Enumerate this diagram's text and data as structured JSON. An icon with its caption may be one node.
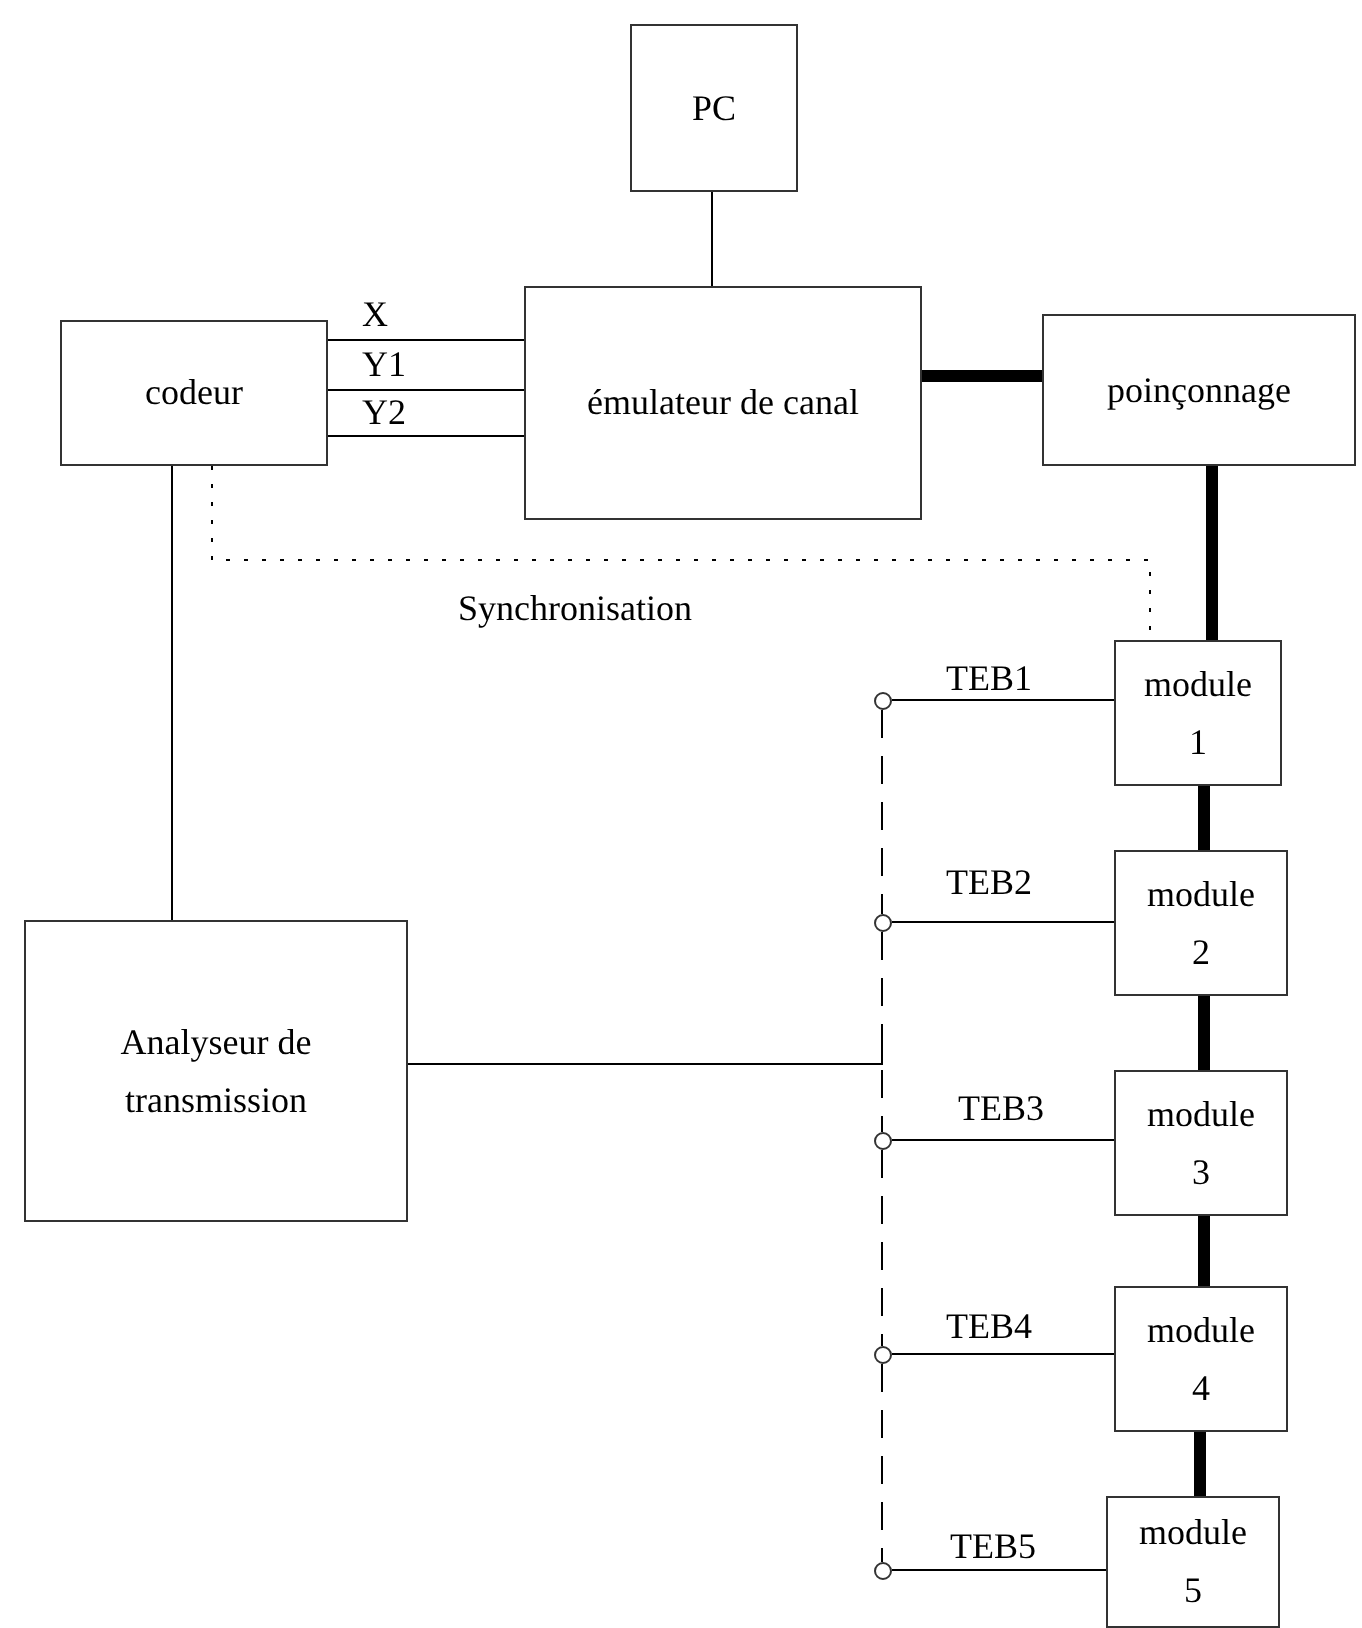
{
  "diagram": {
    "nodes": [
      {
        "text": [
          "PC"
        ]
      },
      {
        "text": [
          "codeur"
        ]
      },
      {
        "text": [
          "émulateur de canal"
        ]
      },
      {
        "text": [
          "poinçonnage"
        ]
      },
      {
        "text": [
          "module 1"
        ]
      },
      {
        "text": [
          "module 2"
        ]
      },
      {
        "text": [
          "module 3"
        ]
      },
      {
        "text": [
          "module 4"
        ]
      },
      {
        "text": [
          "module 5"
        ]
      },
      {
        "text": [
          "Analyseur de transmission"
        ]
      },
      {
        "text": [],
        "shape": "circle"
      },
      {
        "text": [],
        "shape": "circle"
      },
      {
        "text": [],
        "shape": "circle"
      },
      {
        "text": [],
        "shape": "circle"
      },
      {
        "text": [],
        "shape": "circle"
      }
    ],
    "edges": [
      {
        "from": 0,
        "to": 2,
        "arrow": "none"
      },
      {
        "from": 1,
        "to": 2,
        "arrow": "none",
        "label": "X"
      },
      {
        "from": 1,
        "to": 2,
        "arrow": "none",
        "label": "Y1"
      },
      {
        "from": 1,
        "to": 2,
        "arrow": "none",
        "label": "Y2"
      },
      {
        "from": 2,
        "to": 3,
        "arrow": "none",
        "style": "thick"
      },
      {
        "from": 3,
        "to": 4,
        "arrow": "none",
        "style": "thick"
      },
      {
        "from": 4,
        "to": 5,
        "arrow": "none",
        "style": "thick"
      },
      {
        "from": 5,
        "to": 6,
        "arrow": "none",
        "style": "thick"
      },
      {
        "from": 6,
        "to": 7,
        "arrow": "none",
        "style": "thick"
      },
      {
        "from": 7,
        "to": 8,
        "arrow": "none",
        "style": "thick"
      },
      {
        "from": 1,
        "to": 4,
        "arrow": "none",
        "style": "dashed",
        "label": "Synchronisation"
      },
      {
        "from": 1,
        "to": 9,
        "arrow": "none"
      },
      {
        "from": 10,
        "to": 4,
        "arrow": "none",
        "label": "TEB1"
      },
      {
        "from": 11,
        "to": 5,
        "arrow": "none",
        "label": "TEB2"
      },
      {
        "from": 12,
        "to": 6,
        "arrow": "none",
        "label": "TEB3"
      },
      {
        "from": 13,
        "to": 7,
        "arrow": "none",
        "label": "TEB4"
      },
      {
        "from": 14,
        "to": 8,
        "arrow": "none",
        "label": "TEB5"
      },
      {
        "from": 9,
        "to": null,
        "arrow": "none"
      },
      {
        "from": 10,
        "to": 11,
        "arrow": "none",
        "style": "dashed"
      },
      {
        "from": 11,
        "to": 12,
        "arrow": "none",
        "style": "dashed"
      },
      {
        "from": 12,
        "to": 13,
        "arrow": "none",
        "style": "dashed"
      },
      {
        "from": 13,
        "to": 14,
        "arrow": "none",
        "style": "dashed"
      }
    ]
  }
}
